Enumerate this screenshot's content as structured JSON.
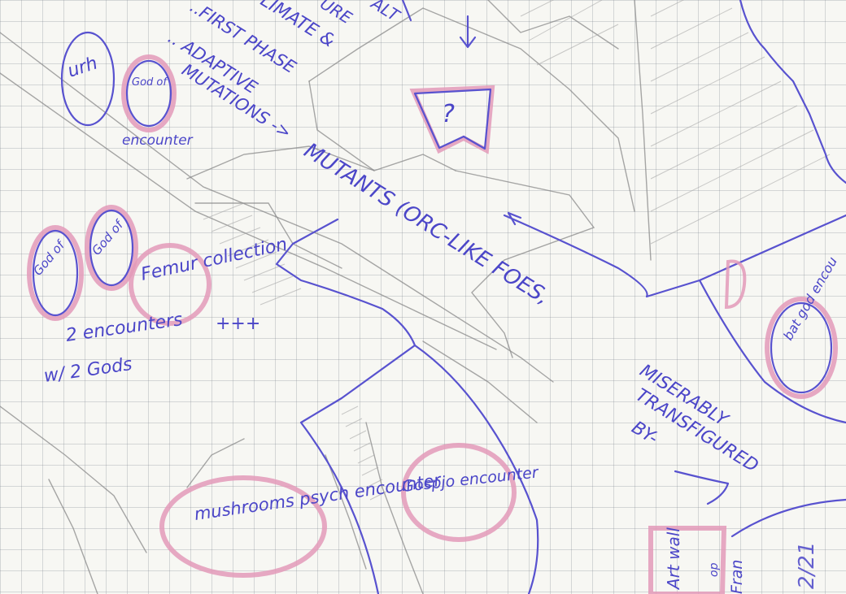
{
  "colors": {
    "ink": "#4b46c8",
    "highlighter": "#e39ab9",
    "pencil": "#8a8a8a",
    "paper": "#f7f7f3"
  },
  "labels": {
    "top_1": "-LIMATE &",
    "top_2": "..FIRST PHASE",
    "top_3": ".. ADAPTIVE",
    "top_4": "MUTATIONS ->",
    "top_ure": "URE",
    "top_alt": "ALT",
    "mutants": "MUTANTS (ORC-LIKE FOES,",
    "miserably": "MISERABLY",
    "transfigured": "TRANSFIGURED",
    "by": "BY-",
    "urh": "urh",
    "god_of_encounter_circle": "God of",
    "encounter_small": "encounter",
    "question_mark": "?",
    "god_of_1": "God of",
    "god_of_2": "God of",
    "femur_collection": "Femur collection",
    "plus_marks": "+++",
    "two_encounters": "2 encounters",
    "w_2_gods": "w/ 2 Gods",
    "bat_god_encounter": "bat god encou",
    "gospjo_encounter": "Gospjo encounter",
    "mushrooms_psych_encounter": "mushrooms psych encounter",
    "art_wall": "Art wall",
    "op": "op",
    "fran": "Fran",
    "date_fragment": "2/21"
  }
}
